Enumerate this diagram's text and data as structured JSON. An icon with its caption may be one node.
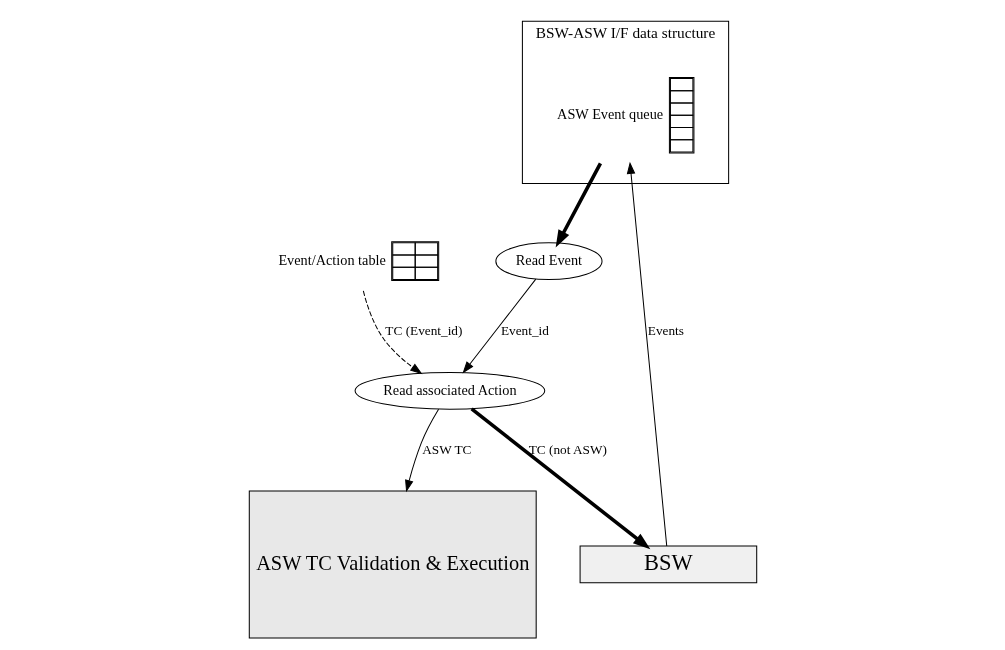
{
  "diagram": {
    "nodes": [
      {
        "text": [],
        "shape": "box",
        "beside": [
          "Event/Action table"
        ]
      },
      {
        "text": [
          "Read associated Action"
        ]
      },
      {
        "text": [
          "ASW TC Validation & Execution"
        ]
      },
      {
        "text": [
          "BSW-ASW I/F data structure"
        ]
      },
      {
        "text": [],
        "shape": "box",
        "in": 3,
        "beside": [
          "ASW Event queue"
        ]
      },
      {
        "text": [
          "Read Event"
        ]
      },
      {
        "text": [
          "BSW"
        ]
      }
    ],
    "edges": [
      {
        "from": 0,
        "to": 1,
        "arrow": "to",
        "label": "TC (Event_id)",
        "style": "dashed"
      },
      {
        "from": 1,
        "to": 2,
        "arrow": "to",
        "label": "ASW TC"
      },
      {
        "from": 5,
        "to": 1,
        "arrow": "to",
        "label": "Event_id"
      },
      {
        "from": 4,
        "to": 5,
        "arrow": "to",
        "style": "thick"
      },
      {
        "from": 1,
        "to": 6,
        "arrow": "to",
        "label": "TC (not ASW)",
        "style": "thick"
      },
      {
        "from": 6,
        "to": 4,
        "arrow": "to",
        "label": "Events"
      }
    ]
  }
}
